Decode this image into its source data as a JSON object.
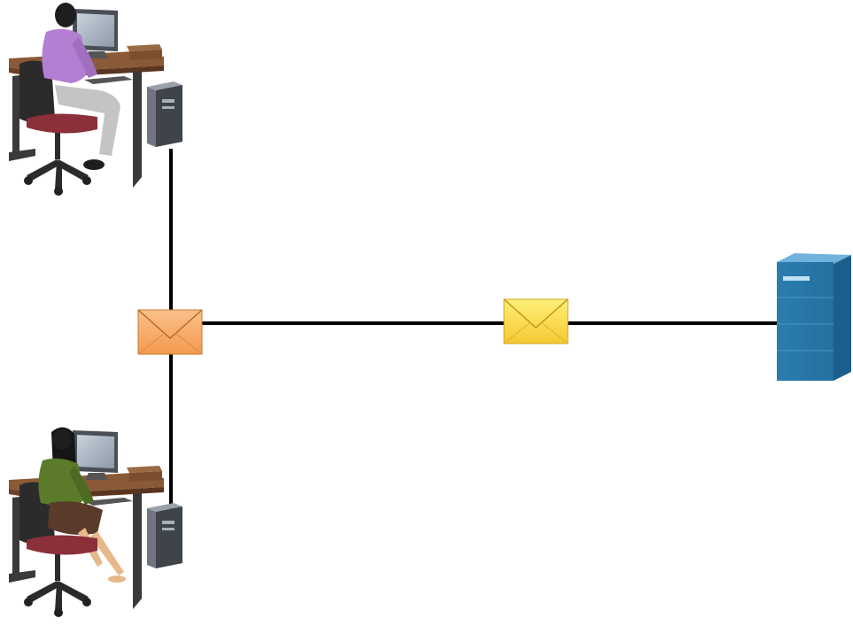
{
  "diagram": {
    "nodes": [
      {
        "id": "user-top",
        "kind": "workstation",
        "person": "man"
      },
      {
        "id": "user-bottom",
        "kind": "workstation",
        "person": "woman"
      },
      {
        "id": "server",
        "kind": "server"
      }
    ],
    "messages": [
      {
        "id": "message-orange",
        "color": "#f7a55c"
      },
      {
        "id": "message-yellow",
        "color": "#ffd84a"
      }
    ],
    "links": [
      {
        "from": "user-top",
        "to": "junction"
      },
      {
        "from": "user-bottom",
        "to": "junction"
      },
      {
        "from": "junction",
        "to": "server"
      }
    ]
  },
  "colors": {
    "line": "#000000",
    "server": "#2f82b3",
    "envelope_orange": "#f7a55c",
    "envelope_yellow": "#ffd84a",
    "shirt_man": "#b27fd2",
    "shirt_woman": "#5b7a2a"
  }
}
